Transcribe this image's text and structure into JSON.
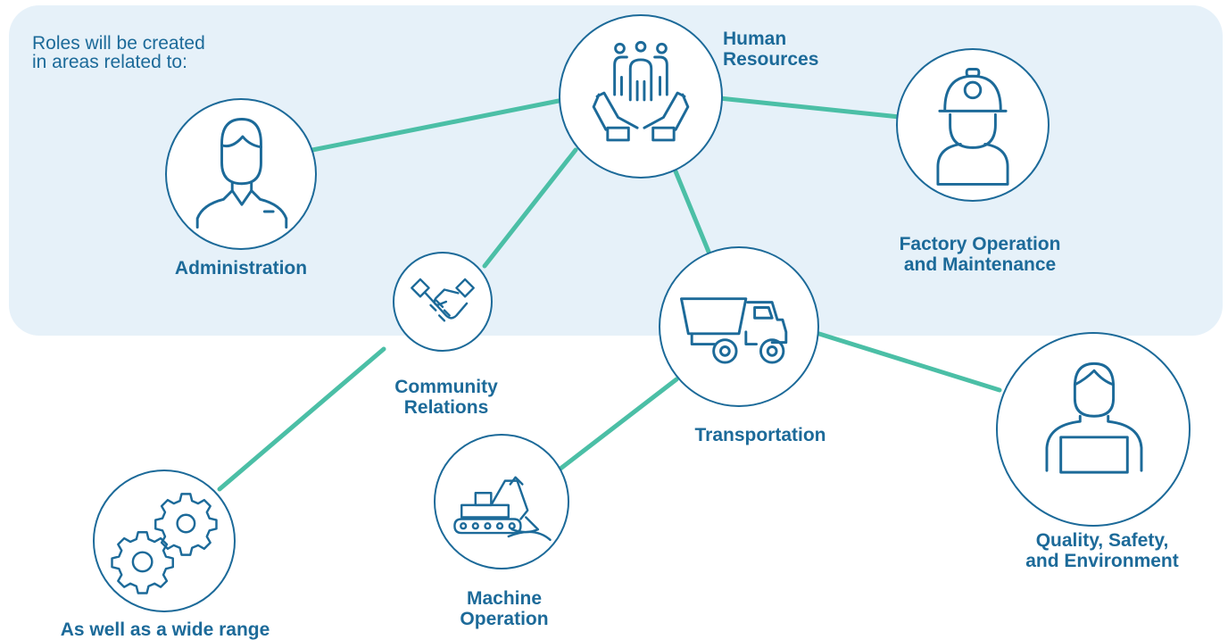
{
  "intro": {
    "line1": "Roles will be created",
    "line2": "in areas related to:"
  },
  "roles": {
    "human_resources": {
      "line1": "Human",
      "line2": "Resources",
      "icon": "people-in-hands-icon"
    },
    "administration": {
      "label": "Administration",
      "icon": "office-worker-icon"
    },
    "factory": {
      "line1": "Factory Operation",
      "line2": "and Maintenance",
      "icon": "hard-hat-worker-icon"
    },
    "community": {
      "line1": "Community",
      "line2": "Relations",
      "icon": "handshake-icon"
    },
    "transportation": {
      "label": "Transportation",
      "icon": "dump-truck-icon"
    },
    "quality": {
      "line1": "Quality, Safety,",
      "line2": "and Environment",
      "icon": "person-at-laptop-icon"
    },
    "machine": {
      "line1": "Machine",
      "line2": "Operation",
      "icon": "excavator-icon"
    },
    "other": {
      "label": "As well as a wide range",
      "icon": "gears-icon"
    }
  },
  "colors": {
    "panel": "#e6f1f9",
    "text": "#1c6a99",
    "stroke": "#1c6a99",
    "connector": "#4bbfa6"
  }
}
